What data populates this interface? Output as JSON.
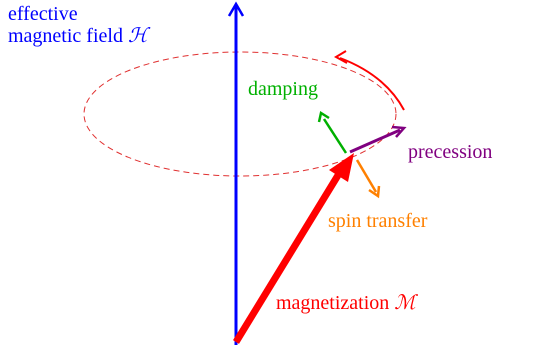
{
  "labels": {
    "field_line1": "effective",
    "field_line2": "magnetic field",
    "field_symbol": "ℋ",
    "damping": "damping",
    "precession": "precession",
    "spin_transfer": "spin transfer",
    "magnetization": "magnetization",
    "magnetization_symbol": "ℳ"
  },
  "colors": {
    "field": "#0000ff",
    "magnetization": "#ff0000",
    "orbit": "#e03030",
    "damping": "#00b000",
    "precession": "#800080",
    "spin_transfer": "#ff8000"
  }
}
